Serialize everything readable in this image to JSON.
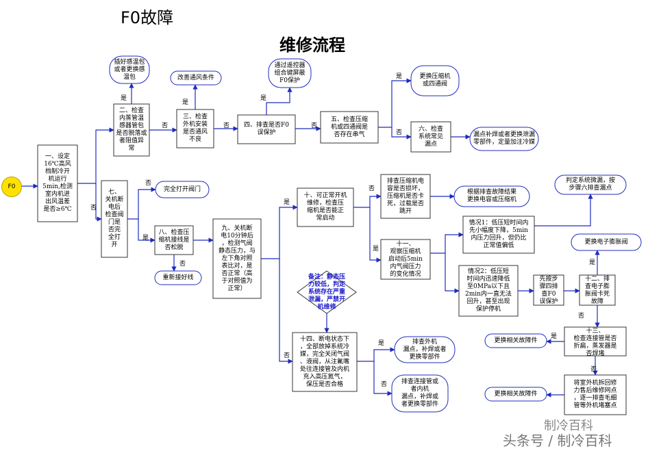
{
  "titles": {
    "fault": "F0故障",
    "process": "维修流程"
  },
  "start": "F0",
  "watermark": {
    "line1": "制冷百科",
    "line2": "头条号 / 制冷百科"
  },
  "nodes": {
    "n1": "一、设定\n16℃高风\n档制冷开\n机运行\n5min,检测\n室内机进\n出风温差\n是否≥6℃",
    "n2": "二、检查\n内蒸管温\n感器管包\n是否脱落或\n者阻值异\n常",
    "n2r": "插好感温包\n或者更换感\n温包",
    "n3": "三、检查\n外机安装\n是否通风\n不良",
    "n3r": "改善通风条件",
    "n4": "四、排查是否F0\n误保护",
    "n4r": "通过遥控器\n组合键屏蔽\nF0保护",
    "n5": "五、检查压缩\n机或四通阀是\n否存在串气",
    "n5r": "更换压缩机\n或四通阀",
    "n6": "六、检查\n系统常见\n漏点",
    "n6r": "漏点补焊或者更换泄漏\n零部件，定量加注冷媒",
    "n7": "七、\n关机断\n电后\n检查阀\n门是\n否完\n全打\n开",
    "n7r": "完全打开阀门",
    "n8": "八、检查压\n缩机接线是\n否松脱",
    "n8r": "重新接好线",
    "n9": "九、关机断\n电10分钟后\n，检测气阀\n静态压力，与\n左下角对照\n表比对，是\n否正常（高\n于对照值为\n正常）",
    "note": "备注：静态压\n力较低，判定\n系统存在严重\n泄漏，严禁开\n机维修",
    "n10": "十、可正常开机\n维修，检查压\n缩机是否能正\n常启动",
    "n10r": "排查压缩机电\n容是否损坏，\n压缩机是否卡\n死，过载是否\n跳开",
    "n10rr": "根据排查故障结果\n更换电容或压缩机",
    "n11": "十一、\n观察压缩机\n启动后5min\n内气阀压力\n的变化情况",
    "c1": "情况1：低压短时间内\n先小幅度下降，5min\n内压力回升，但仍比\n正常值偏低",
    "c1r": "判定系统微漏，按\n步骤六排查漏点",
    "c2": "情况2：低压短\n时间内迅速降低\n至0MPa以下且\n2min内一直无法\n回升，甚至出现\n保护停机",
    "c2r": "先按步\n骤四排\n查F0\n误保护",
    "n12": "十二、排\n查电子膨\n胀阀卡死\n故障",
    "n12r": "更换电子膨胀阀",
    "n13": "十三、\n检查连接管是否\n折扁，蒸发器是\n否焊堵",
    "n13l": "更换相关故障件",
    "n13b": "将室外机拆回修\n力售后维修网点\n，逐一排查毛细\n管等外机堵塞点",
    "n13bl": "更换相关故障件",
    "n14": "十四、断电状态下\n，全部放掉系统冷\n媒，完全关闭气阀\n、液阀，从注氟嘴\n处往连接管及内机\n充入高压氮气，\n保压是否合格",
    "n14y": "排查外机\n漏点，补焊或者\n更换零部件",
    "n14n": "排查连接管或\n者内机\n漏点，补焊或\n者更换零部件"
  },
  "labels": {
    "yes": "是",
    "no": "否"
  },
  "colors": {
    "line": "#1f2bbd",
    "box": "#333333",
    "start": "#ffe100",
    "note": "#1a1acc"
  }
}
